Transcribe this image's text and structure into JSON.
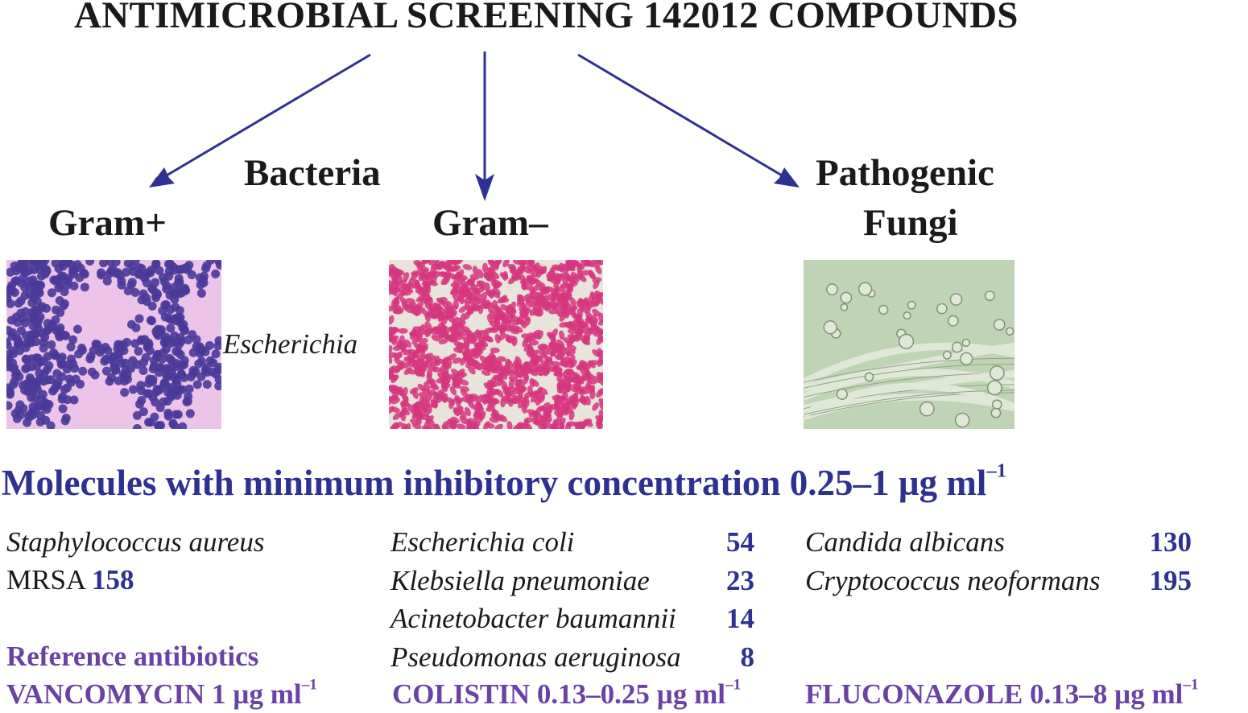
{
  "title": "ANTIMICROBIAL SCREENING 142012 COMPOUNDS",
  "labels": {
    "bacteria": "Bacteria",
    "gram_pos": "Gram+",
    "gram_neg": "Gram–",
    "fungi_line1": "Pathogenic",
    "fungi_line2": "Fungi",
    "escherichia": "Escherichia"
  },
  "heading": {
    "text": "Molecules with minimum inhibitory concentration 0.25–1 µg ml",
    "sup": "–1"
  },
  "gram_pos_col": {
    "species": "Staphylococcus aureus",
    "strain": "MRSA",
    "count": "158"
  },
  "gram_neg_col": [
    {
      "species": "Escherichia coli",
      "count": "54"
    },
    {
      "species": "Klebsiella pneumoniae",
      "count": "23"
    },
    {
      "species": "Acinetobacter baumannii",
      "count": "14"
    },
    {
      "species": "Pseudomonas aeruginosa",
      "count": "8"
    }
  ],
  "fungi_col": [
    {
      "species": "Candida albicans",
      "count": "130"
    },
    {
      "species": "Cryptococcus neoformans",
      "count": "195"
    }
  ],
  "reference": {
    "label": "Reference antibiotics",
    "vancomycin": "VANCOMYCIN 1 µg ml",
    "colistin": "COLISTIN 0.13–0.25 µg ml",
    "fluconazole": "FLUCONAZOLE 0.13–8 µg ml",
    "sup": "–1"
  },
  "colors": {
    "arrow": "#2e3192",
    "heading": "#2e3192",
    "reference": "#6a42a6"
  }
}
